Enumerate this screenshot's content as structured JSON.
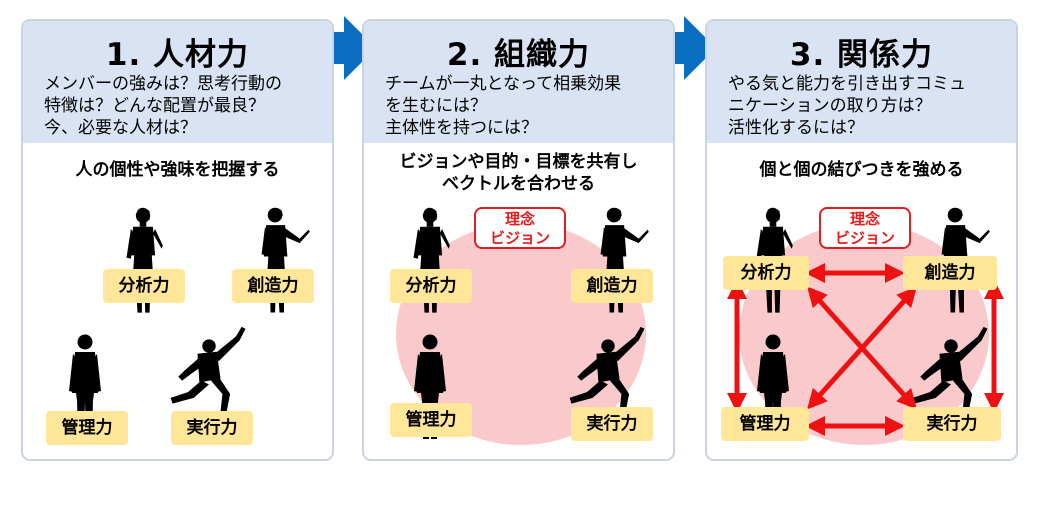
{
  "panels": [
    {
      "title": "1. 人材力",
      "desc": [
        "メンバーの強みは？思考行動の",
        "特徴は？どんな配置が最良？",
        "今、必要な人材は？"
      ],
      "sub": [
        "人の個性や強味を把握する"
      ],
      "roles": [
        "分析力",
        "創造力",
        "管理力",
        "実行力"
      ]
    },
    {
      "title": "2. 組織力",
      "desc": [
        "チームが一丸となって相乗効果",
        "を生むには？",
        "主体性を持つには？"
      ],
      "sub": [
        "ビジョンや目的・目標を共有し",
        "ベクトルを合わせる"
      ],
      "roles": [
        "分析力",
        "創造力",
        "管理力",
        "実行力"
      ],
      "vision": [
        "理念",
        "ビジョン"
      ]
    },
    {
      "title": "3. 関係力",
      "desc": [
        "やる気と能力を引き出すコミュ",
        "ニケーションの取り方は？",
        "活性化するには？"
      ],
      "sub": [
        "個と個の結びつきを強める"
      ],
      "roles": [
        "分析力",
        "創造力",
        "管理力",
        "実行力"
      ],
      "vision": [
        "理念",
        "ビジョン"
      ]
    }
  ],
  "colors": {
    "header_bg": "#dae3f3",
    "panel_border": "#c9d3e4",
    "flow_arrow": "#0a6fc2",
    "role_pill": "#ffe699",
    "vision_red": "#e02020",
    "vision_circle": "#f9c9cb",
    "relation_arrow": "#ee1111"
  },
  "icons": {
    "flow": "right-arrow-icon",
    "people": [
      "woman-silhouette-icon",
      "presenter-silhouette-icon",
      "man-silhouette-icon",
      "jumping-man-silhouette-icon"
    ]
  }
}
